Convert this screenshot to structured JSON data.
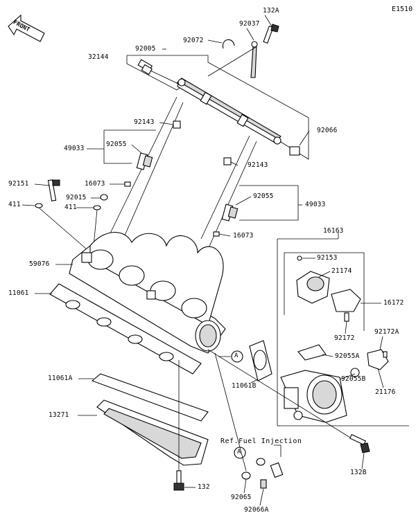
{
  "diagram_id": "E1510",
  "front_label": "FRONT",
  "ref_note": "Ref.Fuel Injection",
  "circle_marker": "A",
  "labels": {
    "p132A": "132A",
    "p92037": "92037",
    "p92072": "92072",
    "p32144": "32144",
    "p92005": "92005",
    "p92066": "92066",
    "p92143a": "92143",
    "p92143b": "92143",
    "p49033a": "49033",
    "p92055a": "92055",
    "p92151": "92151",
    "p16073a": "16073",
    "p92015": "92015",
    "p411a": "411",
    "p411b": "411",
    "p92055b": "92055",
    "p49033b": "49033",
    "p16073b": "16073",
    "p16163": "16163",
    "p92153": "92153",
    "p21174": "21174",
    "p16172": "16172",
    "p59076": "59076",
    "p11061": "11061",
    "p92172": "92172",
    "p92172A": "92172A",
    "p92055A": "92055A",
    "p11061B": "11061B",
    "p92055B": "92055B",
    "p21176": "21176",
    "p11061A": "11061A",
    "p13271": "13271",
    "p132B": "132B",
    "p132": "132",
    "p92065": "92065",
    "p92066A": "92066A"
  }
}
